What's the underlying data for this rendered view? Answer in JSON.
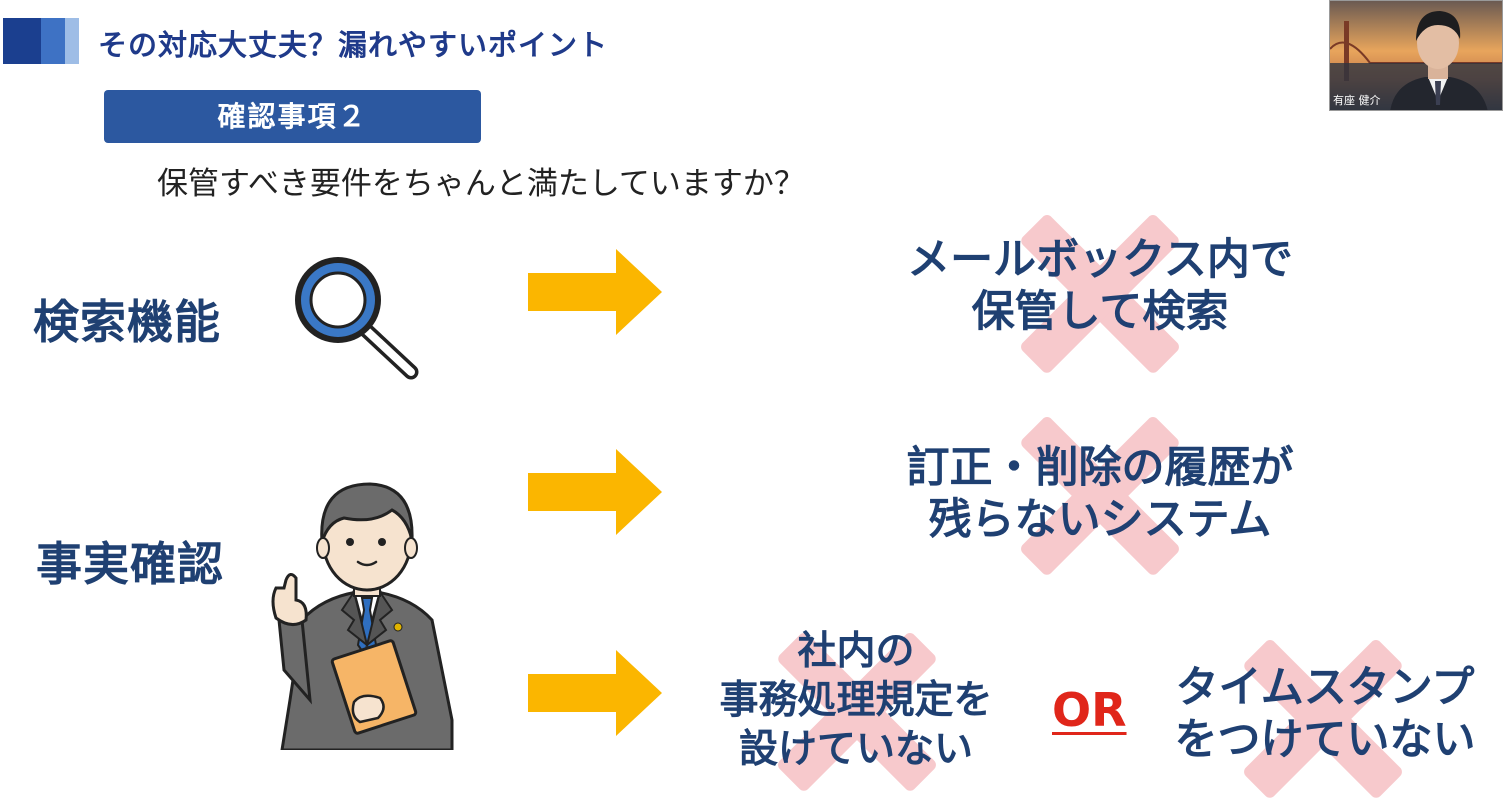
{
  "header": {
    "title": "その対応大丈夫？漏れやすいポイント",
    "bar_colors": [
      "#1b3f8f",
      "#3e72c4",
      "#9ebde6"
    ]
  },
  "badge": {
    "label": "確認事項２"
  },
  "question": "保管すべき要件をちゃんと満たしていますか？",
  "sections": {
    "search": {
      "label": "検索機能",
      "icon": "magnifying-glass-icon"
    },
    "fact": {
      "label": "事実確認",
      "icon": "businessman-illustration"
    }
  },
  "results": {
    "mailbox": "メールボックス内で\n保管して検索",
    "history": "訂正・削除の履歴が\n残らないシステム",
    "rules": "社内の\n事務処理規定を\n設けていない",
    "or": "OR",
    "timestamp": "タイムスタンプ\nをつけていない"
  },
  "webcam": {
    "name": "有座 健介"
  },
  "colors": {
    "navy": "#1f4072",
    "badge": "#2c58a0",
    "arrow": "#fbb600",
    "cross": "#f7c9cc",
    "or_red": "#e0261a"
  }
}
